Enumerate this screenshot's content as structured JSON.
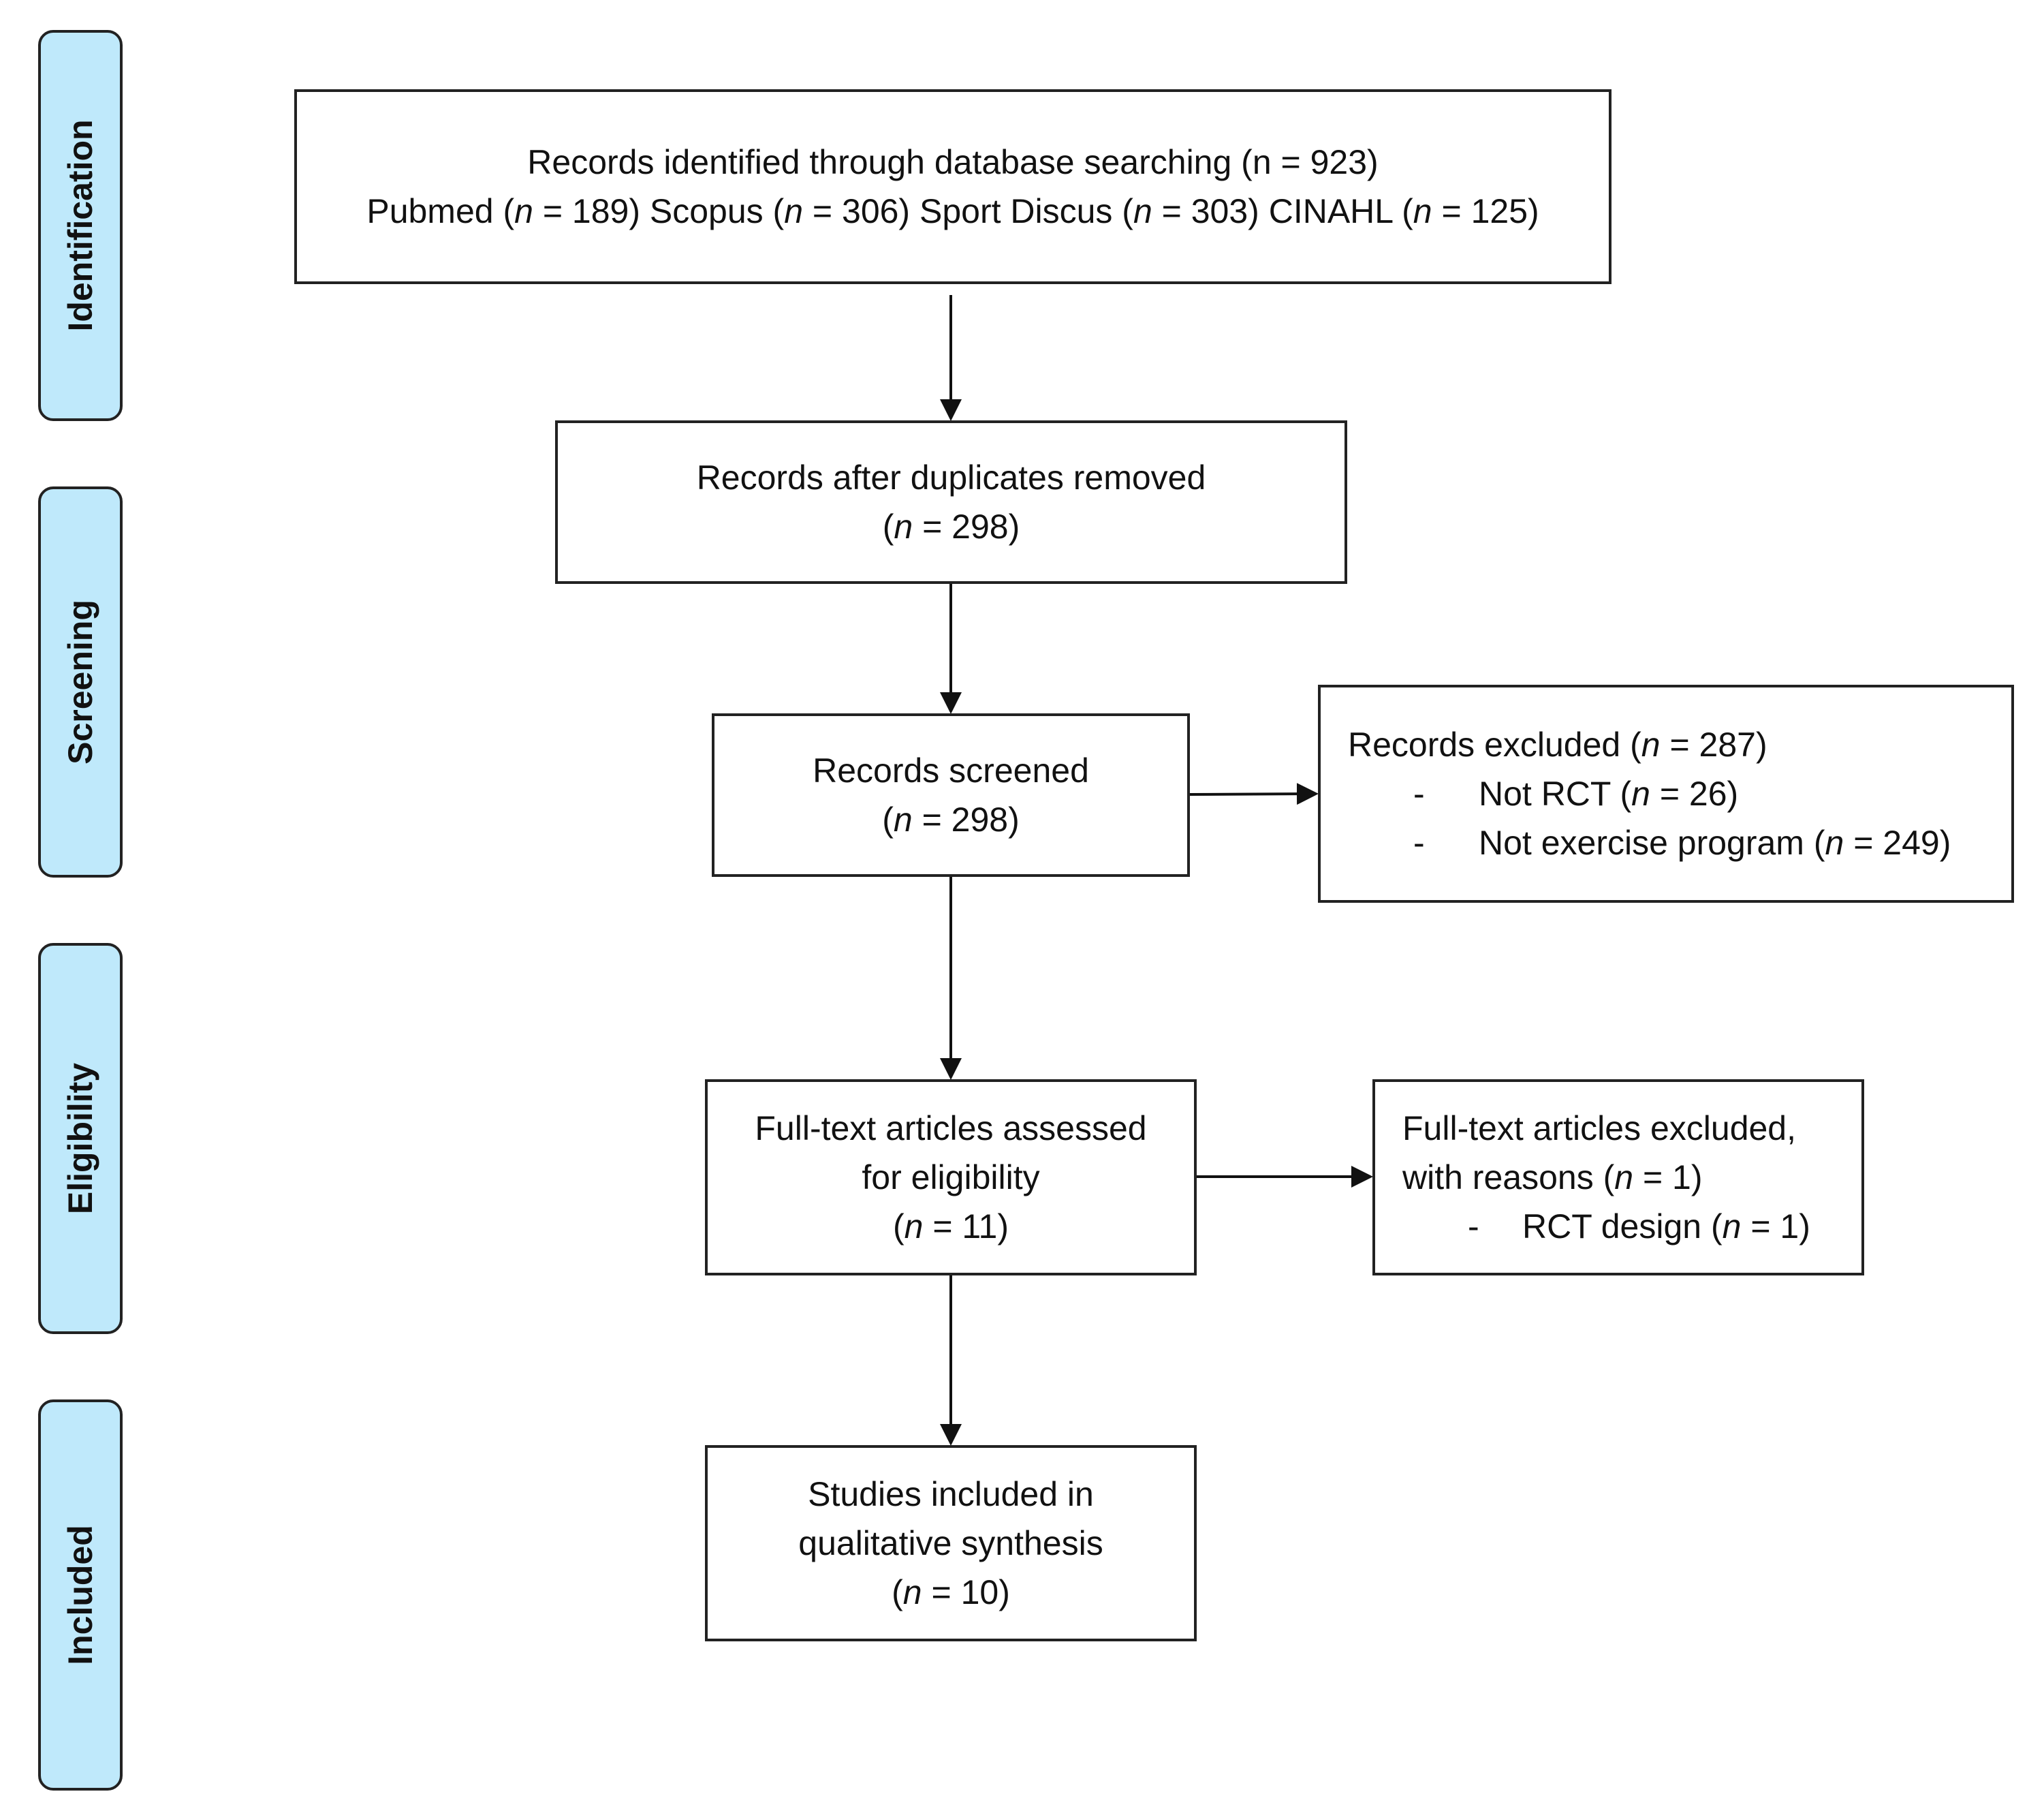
{
  "phases": {
    "identification": "Identification",
    "screening": "Screening",
    "eligibility": "Eligibility",
    "included": "Included"
  },
  "boxes": {
    "identified": {
      "line1": "Records identified through database searching (n = 923)",
      "db1_pre": "Pubmed (",
      "db1_n": "n",
      "db1_post": " = 189) ",
      "db2_pre": "Scopus (",
      "db2_n": "n",
      "db2_post": " = 306) ",
      "db3_pre": "Sport Discus (",
      "db3_n": "n",
      "db3_post": " = 303) ",
      "db4_pre": "CINAHL (",
      "db4_n": "n",
      "db4_post": " = 125)"
    },
    "duplicates_removed": {
      "line1": "Records after duplicates removed",
      "pre": "(",
      "n": "n",
      "post": " = 298)"
    },
    "screened": {
      "line1": "Records screened",
      "pre": "(",
      "n": "n",
      "post": " = 298)"
    },
    "excluded": {
      "head_pre": "Records excluded (",
      "head_n": "n",
      "head_post": " = 287)",
      "dash": "-",
      "item1_pre": "Not RCT (",
      "item1_n": "n",
      "item1_post": " = 26)",
      "item2_pre": "Not exercise program (",
      "item2_n": "n",
      "item2_post": " = 249)"
    },
    "fulltext": {
      "line1": "Full-text articles assessed",
      "line2": "for eligibility",
      "pre": "(",
      "n": "n",
      "post": " = 11)"
    },
    "fulltext_excluded": {
      "line1": "Full-text articles excluded,",
      "line2_pre": "with reasons (",
      "line2_n": "n",
      "line2_post": " = 1)",
      "dash": "-",
      "item_pre": "RCT design (",
      "item_n": "n",
      "item_post": " = 1)"
    },
    "included": {
      "line1": "Studies included in",
      "line2": "qualitative synthesis",
      "pre": "(",
      "n": "n",
      "post": " = 10)"
    }
  }
}
